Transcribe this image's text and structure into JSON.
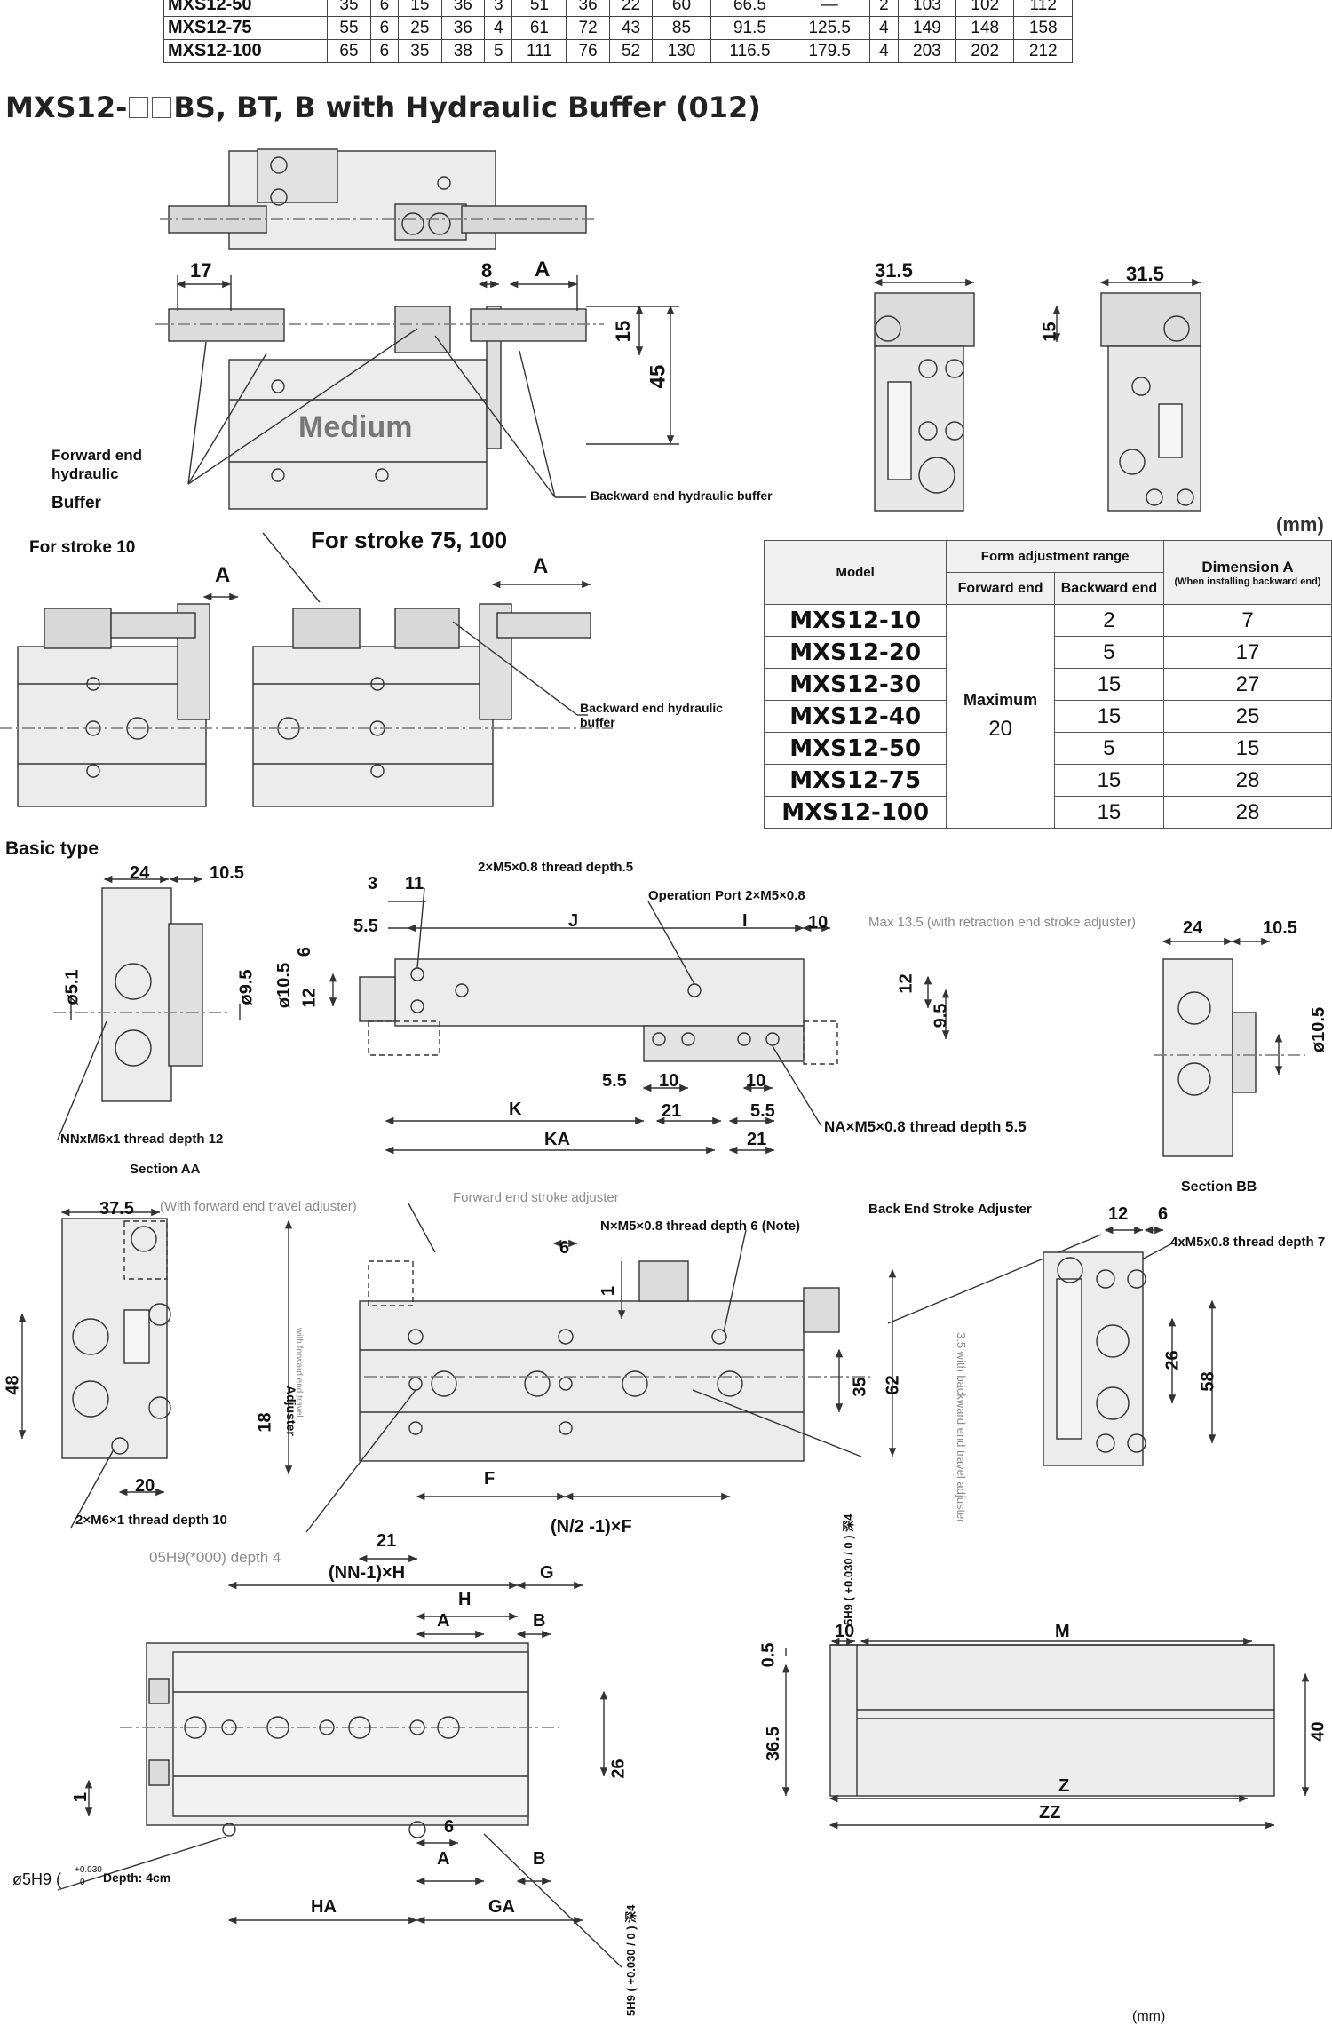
{
  "top_table": {
    "rows": [
      [
        "MXS12-50",
        "35",
        "6",
        "15",
        "36",
        "3",
        "51",
        "36",
        "22",
        "60",
        "66.5",
        "—",
        "2",
        "103",
        "102",
        "112"
      ],
      [
        "MXS12-75",
        "55",
        "6",
        "25",
        "36",
        "4",
        "61",
        "72",
        "43",
        "85",
        "91.5",
        "125.5",
        "4",
        "149",
        "148",
        "158"
      ],
      [
        "MXS12-100",
        "65",
        "6",
        "35",
        "38",
        "5",
        "111",
        "76",
        "52",
        "130",
        "116.5",
        "179.5",
        "4",
        "203",
        "202",
        "212"
      ]
    ]
  },
  "section_title": {
    "prefix": "MXS12-",
    "suffix": "BS, BT, B with Hydraulic Buffer (012)"
  },
  "buffer_drawing": {
    "dims": {
      "d17": "17",
      "d8": "8",
      "dA": "A",
      "d15": "15",
      "d45": "45",
      "d31_5a": "31.5",
      "d31_5b": "31.5",
      "d15b": "15"
    },
    "watermark": "Medium",
    "forward_label_1": "Forward end",
    "forward_label_2": "hydraulic",
    "forward_label_3": "Buffer",
    "backward_label": "Backward end hydraulic buffer",
    "backward_label2": "Backward end hydraulic",
    "backward_label2b": "buffer",
    "stroke10": "For stroke 10",
    "stroke75": "For stroke 75, 100"
  },
  "buffer_table": {
    "unit": "(mm)",
    "h_model": "Model",
    "h_range": "Form adjustment range",
    "h_dim": "Dimension A",
    "h_dim_note": "(When installing backward end)",
    "h_fwd": "Forward end",
    "h_bwd": "Backward end",
    "forward_value": "Maximum",
    "forward_value2": "20",
    "rows": [
      {
        "model": "MXS12-10",
        "bwd": "2",
        "a": "7"
      },
      {
        "model": "MXS12-20",
        "bwd": "5",
        "a": "17"
      },
      {
        "model": "MXS12-30",
        "bwd": "15",
        "a": "27"
      },
      {
        "model": "MXS12-40",
        "bwd": "15",
        "a": "25"
      },
      {
        "model": "MXS12-50",
        "bwd": "5",
        "a": "15"
      },
      {
        "model": "MXS12-75",
        "bwd": "15",
        "a": "28"
      },
      {
        "model": "MXS12-100",
        "bwd": "15",
        "a": "28"
      }
    ]
  },
  "basic": {
    "title": "Basic type",
    "labels": {
      "thread1": "2×M5×0.8 thread depth.5",
      "port": "Operation Port 2×M5×0.8",
      "max": "Max 13.5 (with retraction end stroke adjuster)",
      "nn": "NNxM6x1 thread depth 12",
      "secAA": "Section AA",
      "na": "NA×M5×0.8 thread depth 5.5",
      "secBB": "Section BB",
      "fwd_travel": "(With forward end travel adjuster)",
      "fwd_stroke": "Forward end stroke adjuster",
      "nthread": "N×M5×0.8 thread depth 6 (Note)",
      "back_adj": "Back End Stroke Adjuster",
      "m5_4": "4xM5x0.8 thread depth 7",
      "m6_2": "2×M6×1 thread depth 10",
      "o5h9": "05H9(*000) depth 4",
      "adjuster": "Adjuster",
      "with_fwd": "with forward end travel",
      "back_travel": "3.5 with backward end travel adjuster",
      "o5h9b": "ø5H9 (",
      "depth4cm": "Depth: 4cm",
      "tol": "+0.030",
      "tol0": "0",
      "deep": "5H9 ( +0.030 / 0 ) 深4",
      "unit_bottom": "(mm)"
    },
    "dims": {
      "d24": "24",
      "d10_5": "10.5",
      "d5_1": "ø5.1",
      "d9_5": "ø9.5",
      "d10_5b": "ø10.5",
      "d3": "3",
      "d11": "11",
      "d5_5": "5.5",
      "d6": "6",
      "d12": "12",
      "dJ": "J",
      "dI": "I",
      "d10": "10",
      "d12b": "12",
      "d9_5b": "9.5",
      "d5_5b": "5.5",
      "d10b": "10",
      "d21": "21",
      "d10c": "10",
      "d5_5c": "5.5",
      "dK": "K",
      "dKA": "KA",
      "d21b": "21",
      "d24b": "24",
      "d10_5c": "10.5",
      "d10_5d": "ø10.5",
      "d37_5": "37.5",
      "d48": "48",
      "d20": "20",
      "d18": "18",
      "d6b": "6",
      "d1": "1",
      "d35": "35",
      "d62": "62",
      "dF": "F",
      "d21c": "21",
      "formula": "(N/2 -1)×F",
      "d12c": "12",
      "d6c": "6",
      "d26": "26",
      "d58": "58",
      "nnh": "(NN-1)×H",
      "dH": "H",
      "dG": "G",
      "dA1": "A",
      "dB1": "B",
      "dA2": "A",
      "dB2": "B",
      "d26b": "26",
      "d6d": "6",
      "d1b": "1",
      "dHA": "HA",
      "dGA": "GA",
      "d0_5": "0.5",
      "d10d": "10",
      "dM": "M",
      "d36_5": "36.5",
      "d40": "40",
      "dZ": "Z",
      "dZZ": "ZZ"
    }
  }
}
